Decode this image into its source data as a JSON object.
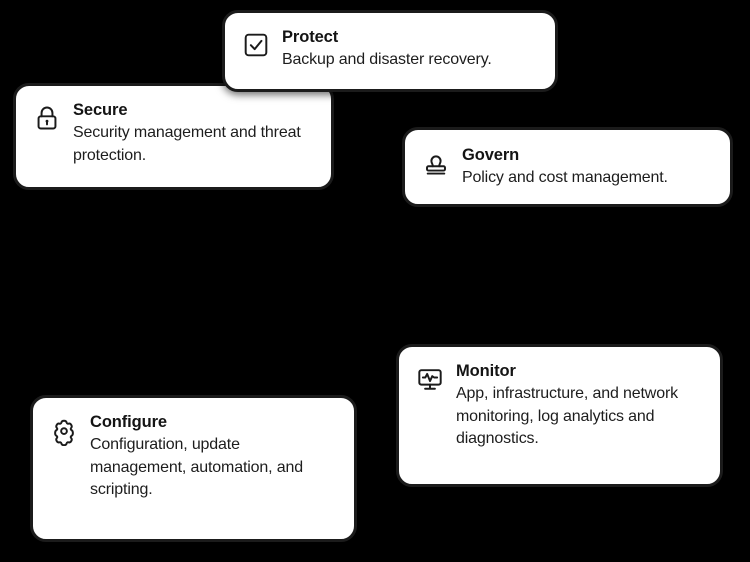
{
  "background_color": "#000000",
  "card_style": {
    "background": "#ffffff",
    "border_color": "#1b1b1b",
    "text_color": "#141414",
    "icon_color": "#1b1b1b"
  },
  "cards": [
    {
      "id": "protect",
      "icon": "checkbox-checked-icon",
      "title": "Protect",
      "description": "Backup and disaster recovery."
    },
    {
      "id": "secure",
      "icon": "lock-icon",
      "title": "Secure",
      "description": "Security management and threat protection."
    },
    {
      "id": "govern",
      "icon": "stamp-icon",
      "title": "Govern",
      "description": "Policy and cost management."
    },
    {
      "id": "monitor",
      "icon": "monitor-pulse-icon",
      "title": "Monitor",
      "description": "App, infrastructure, and network monitoring, log analytics and diagnostics."
    },
    {
      "id": "configure",
      "icon": "gear-icon",
      "title": "Configure",
      "description": "Configuration, update management, automation, and scripting."
    }
  ]
}
